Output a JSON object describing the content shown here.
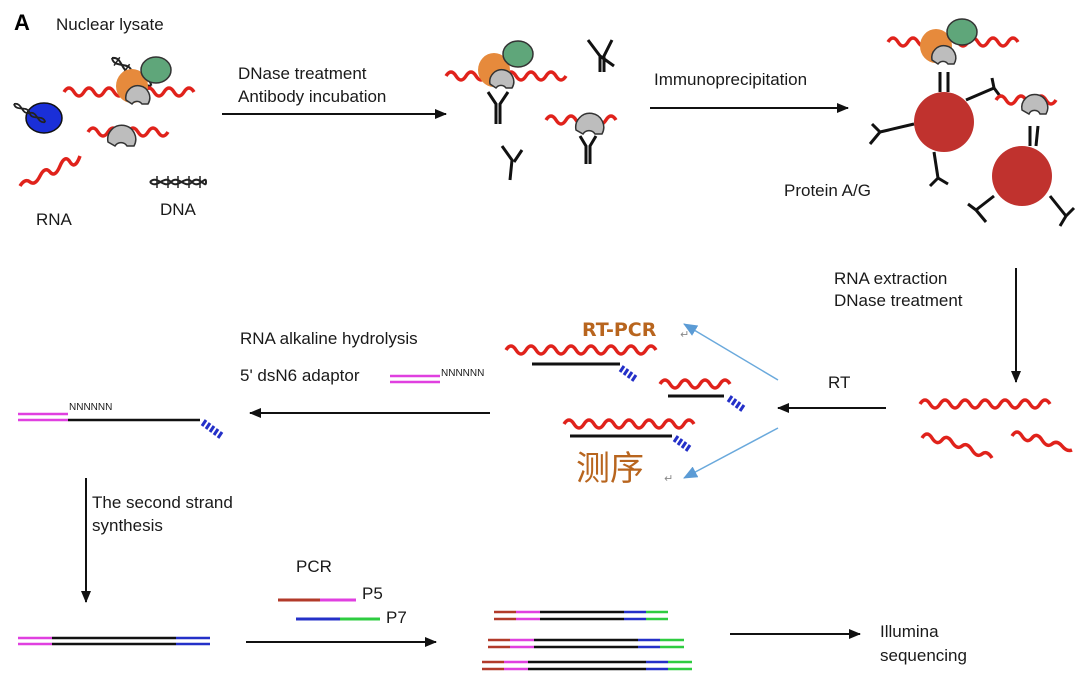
{
  "panel_letter": "A",
  "labels": {
    "nuclear_lysate": "Nuclear lysate",
    "rna": "RNA",
    "dna": "DNA",
    "step1_line1": "DNase treatment",
    "step1_line2": "Antibody incubation",
    "immunoprecipitation": "Immunoprecipitation",
    "protein_ag": "Protein A/G",
    "rna_extraction": "RNA extraction",
    "dnase_treatment": "DNase treatment",
    "rt": "RT",
    "rt_pcr": "RT-PCR",
    "sequencing_cn": "测序",
    "rna_alkaline": "RNA alkaline hydrolysis",
    "adaptor": "5' dsN6 adaptor",
    "nnnnnn_adaptor": "NNNNNN",
    "nnnnnn_strand": "NNNNNN",
    "second_strand_line1": "The second strand",
    "second_strand_line2": "synthesis",
    "pcr": "PCR",
    "p5": "P5",
    "p7": "P7",
    "illumina_line1": "Illumina",
    "illumina_line2": "sequencing",
    "return_mark1": "↵",
    "return_mark2": "↵"
  },
  "colors": {
    "rna": "#e0221b",
    "dna_strand": "#111111",
    "adaptor": "#e040e0",
    "n6_tail": "#2430c8",
    "p5": "#b23a2a",
    "p7": "#2ecc40",
    "orange_protein": "#e68a3c",
    "green_protein": "#5fa67a",
    "gray_protein": "#bdbdbd",
    "bead": "#c0322e",
    "blue_complex": "#1a2fd8",
    "blue_arrow": "#6aa9dc",
    "label_orange": "#b8651e"
  }
}
